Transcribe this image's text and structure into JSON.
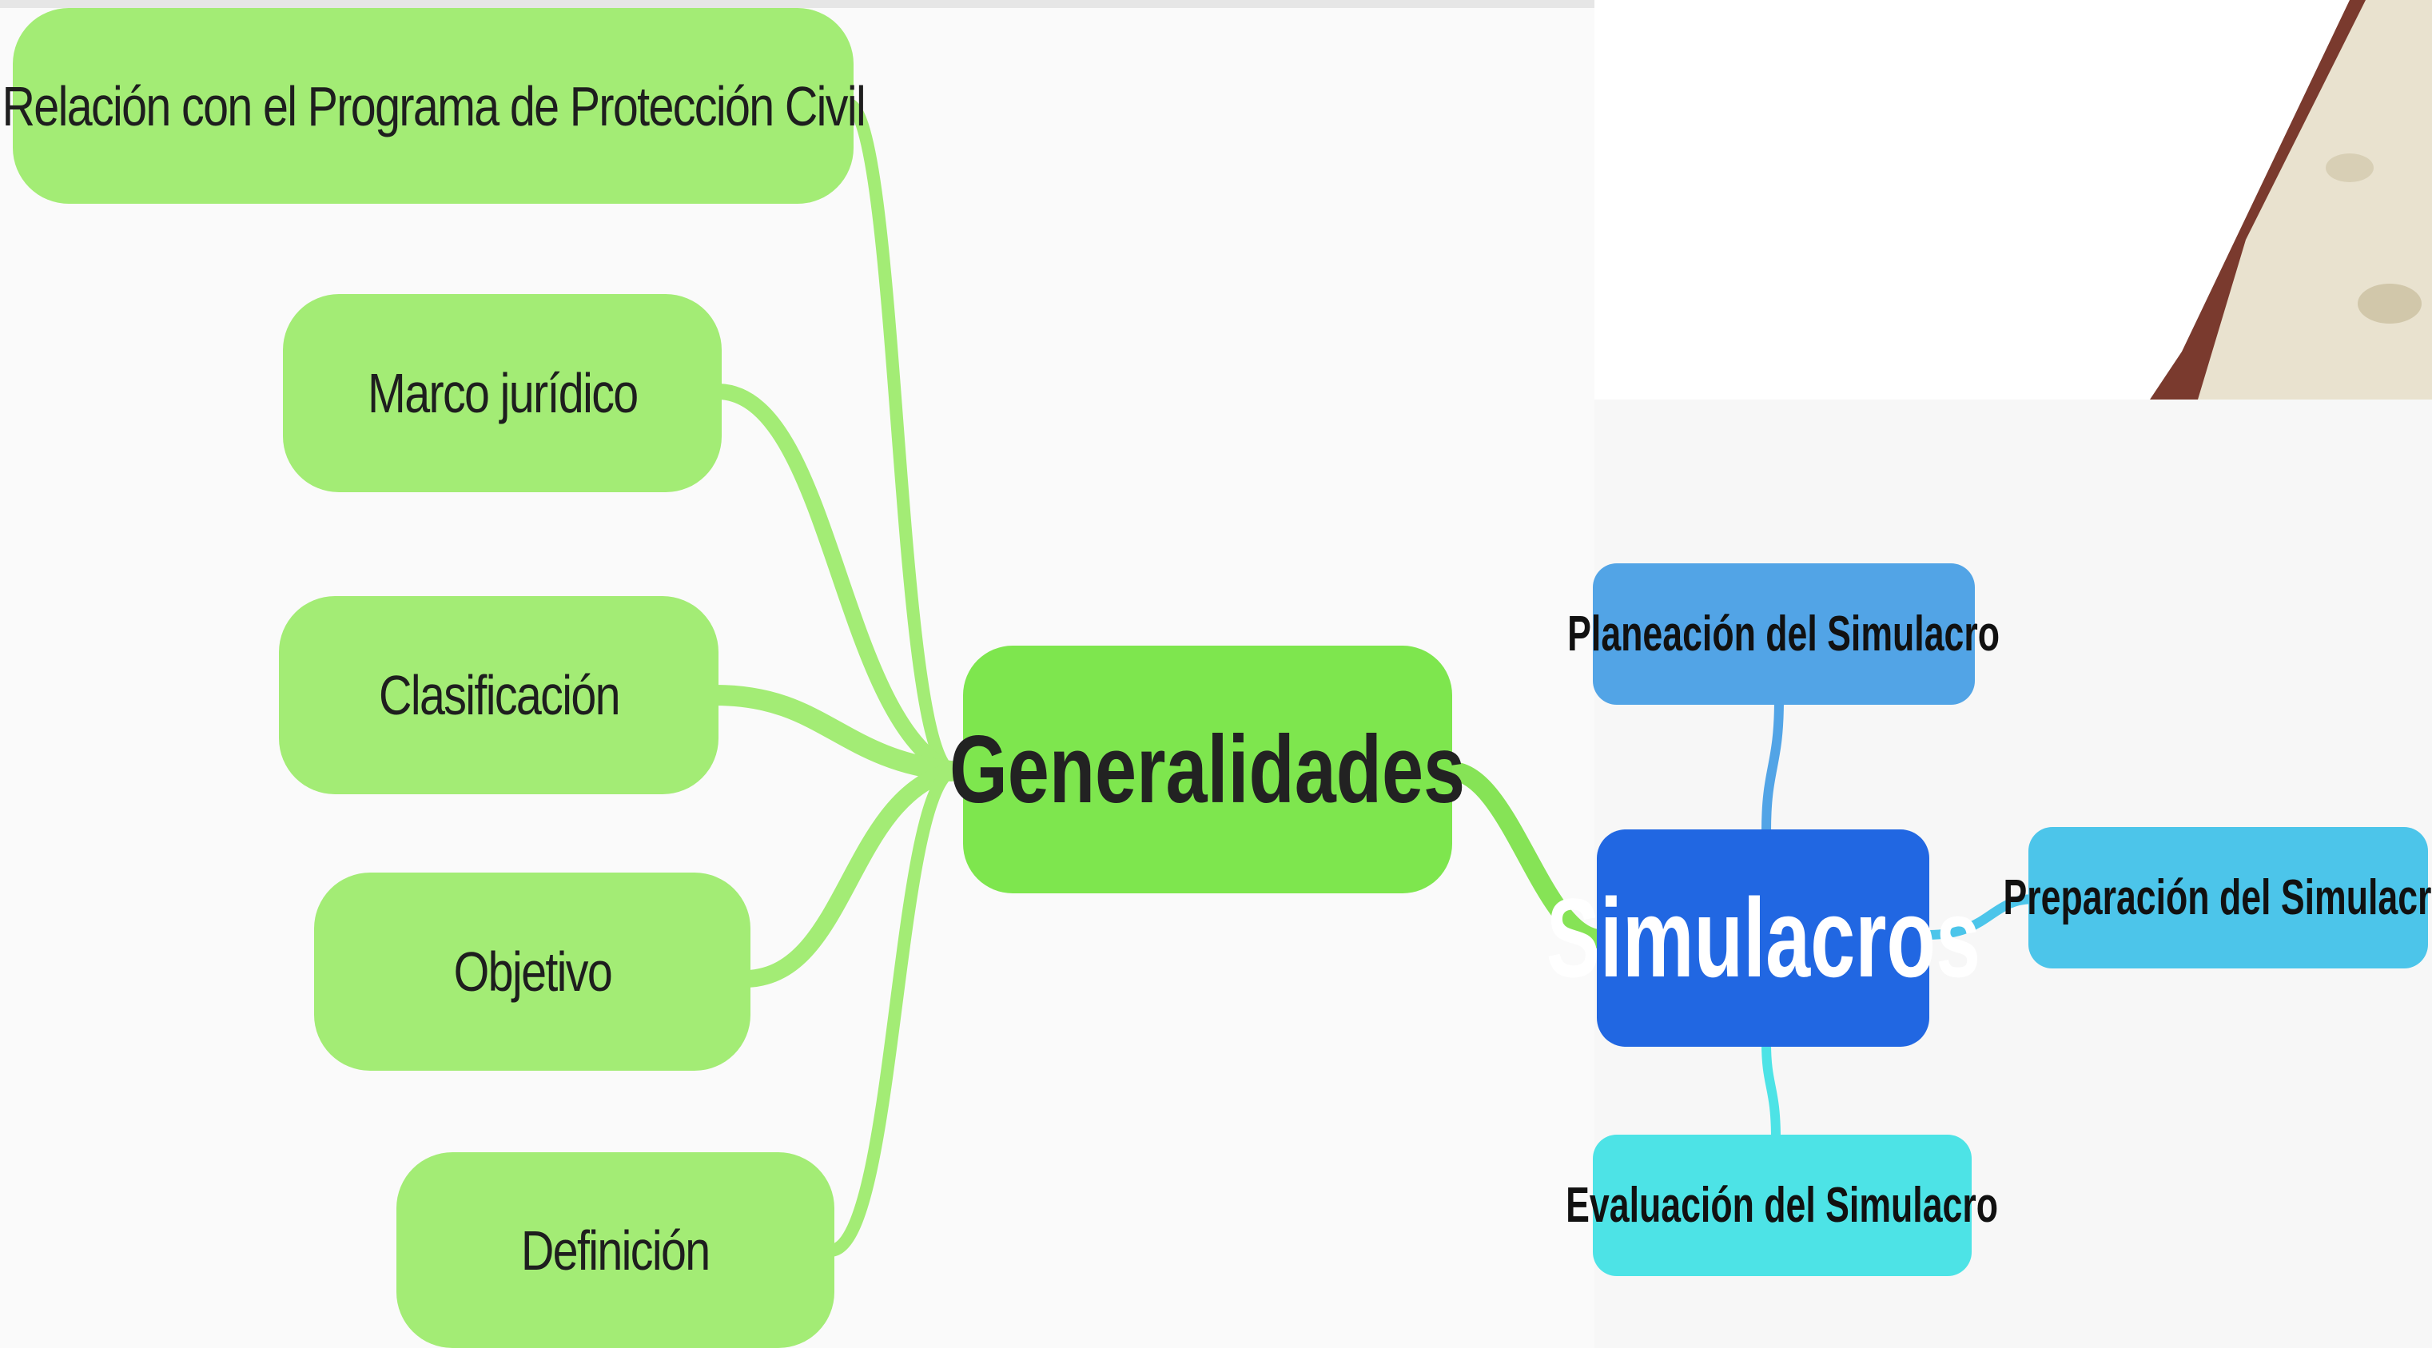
{
  "diagram": {
    "left_map": {
      "root": "Generalidades",
      "branches": [
        "Relación con el Programa de Protección Civil",
        "Marco jurídico",
        "Clasificación",
        "Objetivo",
        "Definición"
      ]
    },
    "right_map": {
      "root": "Simulacros",
      "branches": [
        "Planeación del Simulacro",
        "Preparación del Simulacro",
        "Evaluación del Simulacro"
      ]
    }
  },
  "colors": {
    "leaf_green": "#a3ec75",
    "root_green": "#7ee64e",
    "link_green": "#a3ec75",
    "simulacros_blue": "#2167e2",
    "planeacion_blue": "#52a4e6",
    "preparacion_cyan": "#4cc5ea",
    "evaluacion_cyan": "#4de3e6"
  }
}
